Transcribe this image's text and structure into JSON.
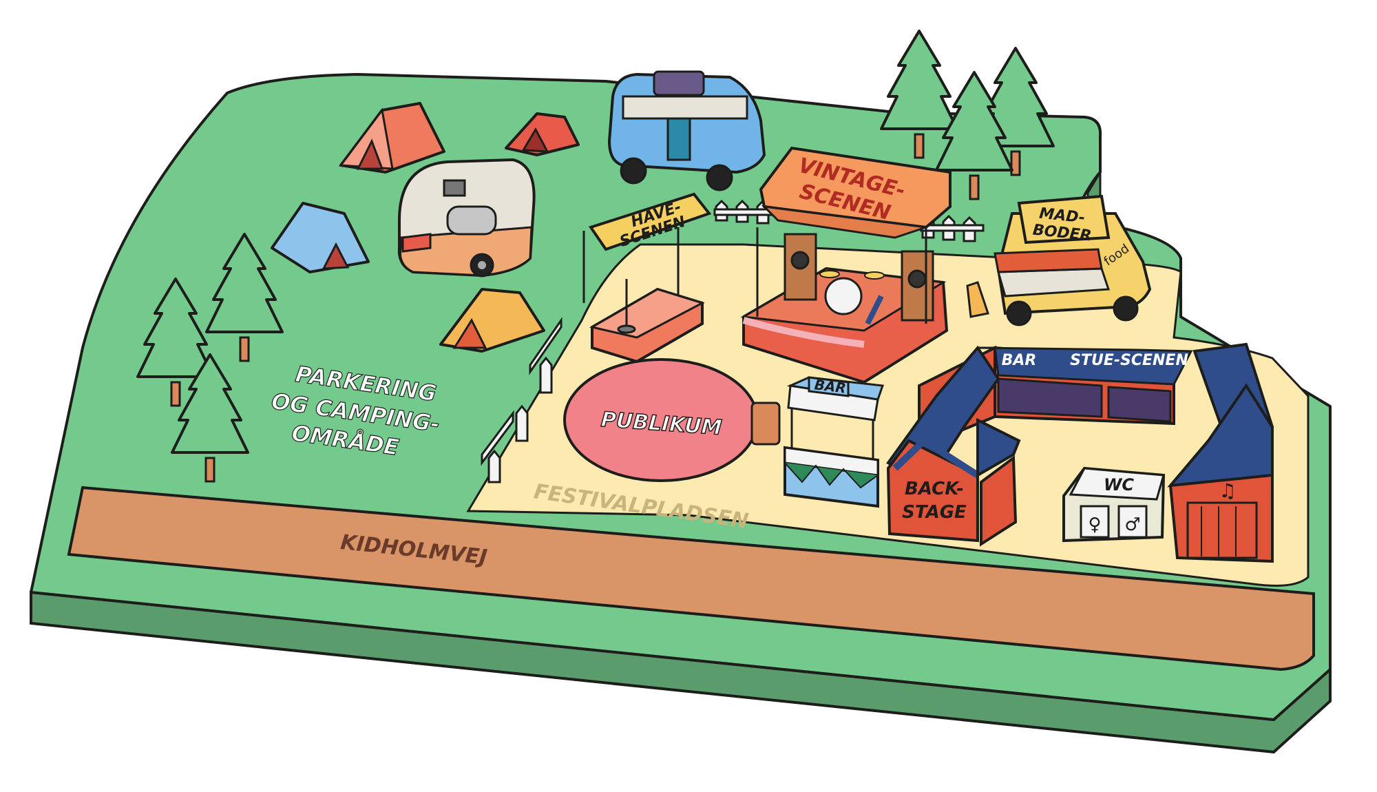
{
  "map": {
    "areas": {
      "parking": {
        "line1": "PARKERING",
        "line2": "OG CAMPING-",
        "line3": "OMRÅDE"
      },
      "festival_ground": "FESTIVALPLADSEN",
      "road": "KIDHOLMVEJ",
      "audience": "PUBLIKUM"
    },
    "stages": {
      "vintage": {
        "line1": "VINTAGE-",
        "line2": "SCENEN"
      },
      "have": {
        "line1": "HAVE-",
        "line2": "SCENEN"
      },
      "stue": "STUE-SCENEN"
    },
    "facilities": {
      "bar_stand": "BAR",
      "indoor_bar": "BAR",
      "food": {
        "line1": "MAD-",
        "line2": "BODER"
      },
      "food_truck_sign": "food",
      "backstage": {
        "line1": "BACK-",
        "line2": "STAGE"
      },
      "wc": "WC"
    },
    "colors": {
      "grass": "#74c98c",
      "grass_side": "#5a9c6c",
      "sand": "#fdeab0",
      "road": "#d99467",
      "audience": "#f2828a",
      "outline": "#1d1d1b",
      "barn_roof": "#2e4d8a",
      "barn_wall": "#e0553a"
    }
  }
}
